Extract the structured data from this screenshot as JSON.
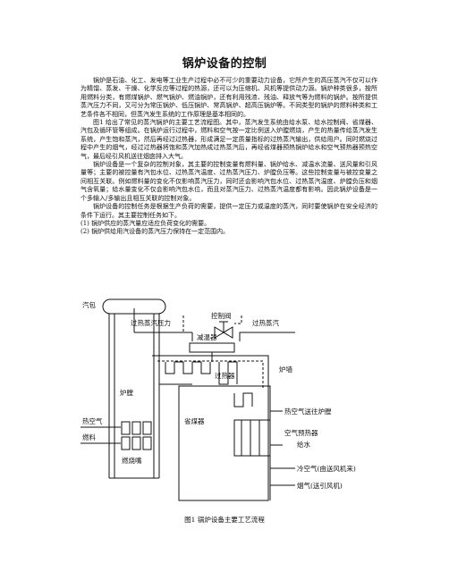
{
  "title": "锅炉设备的控制",
  "paragraphs": [
    "锅炉是石油、化工、发电等工业生产过程中必不可少的重要动力设备，它所产生的高压蒸汽不仅可以作为精馏、蒸发、干燥、化学反应等过程的热源，还可以为压缩机、风机等提供动力源。锅炉种类很多，按所用燃料分类，有燃煤锅炉、燃气锅炉、燃油锅炉，还有利用残渣、残油、释放气等为燃料的锅炉。按所提供蒸汽压力不同，又可分为常压锅炉、低压锅炉、常高锅炉、超高压锅炉等。不同类型的锅炉的燃料种类和工艺条件各不相同，但蒸汽发生系统的工作原理是基本相同的。",
    "图1 给出了常见的蒸汽锅炉的主要工艺流程图。其中，蒸汽发生系统由给水泵、给水控制阀、省煤器、汽包及循环管等组成。在锅炉运行过程中，燃料和空气按一定比例送入炉膛燃烧，产生的热量传给蒸汽发生系统，产生饱和蒸汽，然后再经过过热器，形成满足一定质量指标的过热蒸汽输出，供给用户。同时燃烧过程中产生的烟气，经过过热器将饱和蒸汽加热成过热蒸汽后，再经省煤器预热锅炉给水和空气预热器预热空气，最后经引风机送往烟囱排入大气。",
    "锅炉设备是一个复杂的控制对象，其主要的控制变量有燃料量、锅炉给水、减温水流量、送风量和引风量等；主要的被控量有汽包水位、过热蒸汽温度、过热蒸汽压力、炉膛负压等。这些控制变量与被控变量之间相互关联。例如燃料量的变化不仅影响蒸汽压力，同时还会影响汽包水位、过热蒸汽温度、炉膛负压和烟气含氧量；给水量变化不仅会影响汽包水位，而且对蒸汽压力、过热蒸汽温度都有影响。因此锅炉设备是一个多输入/多输出且相互关联的控制对象。",
    "锅炉设备的控制任务是根据生产负荷的需要，提供一定压力或温度的蒸汽，同时要使锅炉在安全经济的条件下运行。其主要控制任务如下。"
  ],
  "tasks": [
    "(1)  锅炉供应的蒸汽量应适应负荷变化的需要。",
    "(2)  锅炉供给用汽设备的蒸汽压力保持在一定范围内。"
  ],
  "figure": {
    "labels": {
      "control_valve": "控制阀",
      "steam_pressure": "过热蒸汽压力",
      "steam_out": "过热蒸汽",
      "desuperheater": "减温器",
      "drum": "汽包",
      "superheater": "过热器",
      "furnace_wall": "炉墙",
      "furnace": "炉膛",
      "hot_air": "热空气",
      "fuel": "燃料",
      "burner": "燃烧嘴",
      "economizer": "省煤器",
      "hot_air_to_furnace": "热空气送往炉膛",
      "air_preheater": "空气预热器",
      "feed_water": "给水",
      "cold_air": "冷空气(由送风机来)",
      "flue_gas": "烟气(送引风机)"
    },
    "caption": "图1  锅炉设备主要工艺流程"
  }
}
